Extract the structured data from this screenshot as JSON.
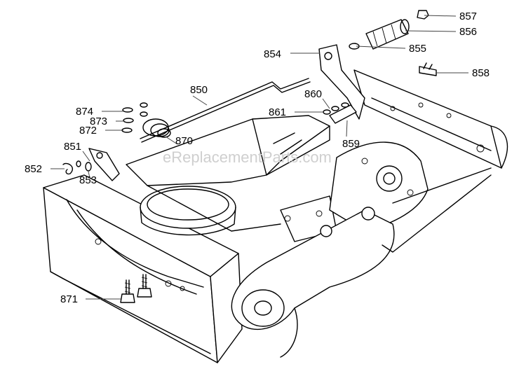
{
  "watermark": "eReplacementParts.com",
  "part_numbers": {
    "p850": "850",
    "p851": "851",
    "p852": "852",
    "p853": "853",
    "p854": "854",
    "p855": "855",
    "p856": "856",
    "p857": "857",
    "p858": "858",
    "p859": "859",
    "p860": "860",
    "p861": "861",
    "p870": "870",
    "p871": "871",
    "p872": "872",
    "p873": "873",
    "p874": "874"
  }
}
